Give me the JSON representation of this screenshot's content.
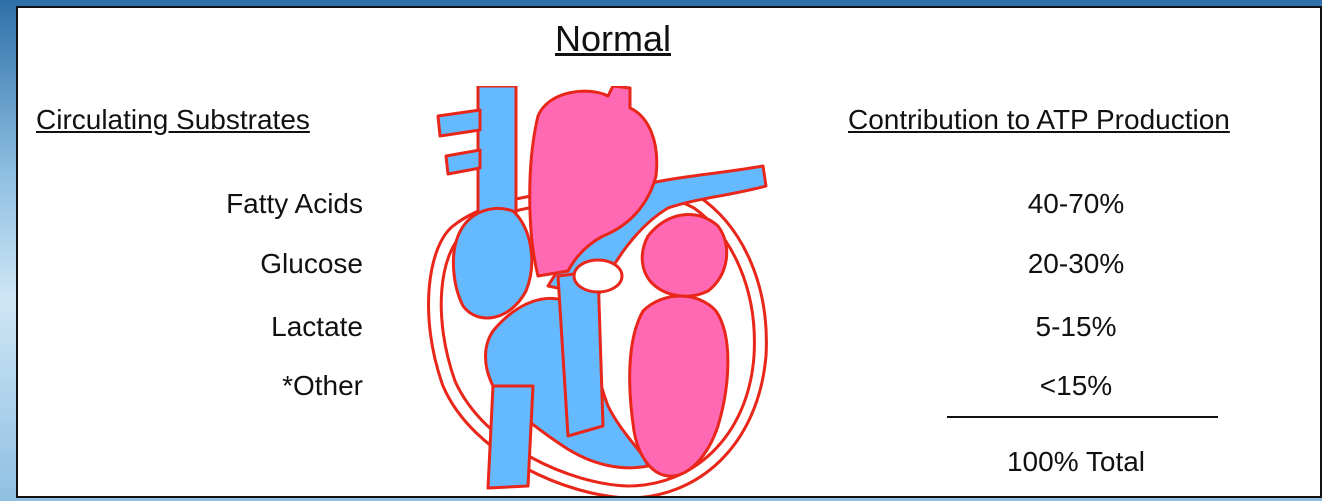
{
  "title": "Normal",
  "left_header": "Circulating Substrates",
  "right_header": "Contribution to ATP Production",
  "rows": [
    {
      "substrate": "Fatty Acids",
      "contribution": "40-70%"
    },
    {
      "substrate": "Glucose",
      "contribution": "20-30%"
    },
    {
      "substrate": "Lactate",
      "contribution": "5-15%"
    },
    {
      "substrate": "*Other",
      "contribution": "<15%"
    }
  ],
  "total": "100% Total",
  "colors": {
    "oxygen_poor_blood": "#64b9ff",
    "oxygen_rich_blood": "#ff69b4",
    "heart_outline": "#e8271a"
  }
}
